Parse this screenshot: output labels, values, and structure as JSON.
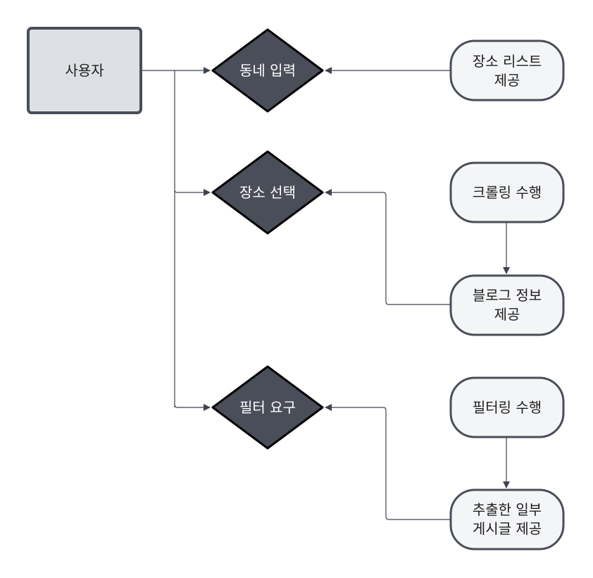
{
  "diagram": {
    "user_box": {
      "label": "사용자"
    },
    "decisions": {
      "neighborhood_input": "동네 입력",
      "place_select": "장소 선택",
      "filter_request": "필터 요구"
    },
    "processes": {
      "place_list_line1": "장소 리스트",
      "place_list_line2": "제공",
      "crawling": "크롤링 수행",
      "blog_info_line1": "블로그 정보",
      "blog_info_line2": "제공",
      "filtering": "필터링 수행",
      "posts_line1": "추출한 일부",
      "posts_line2": "게시글 제공"
    }
  }
}
